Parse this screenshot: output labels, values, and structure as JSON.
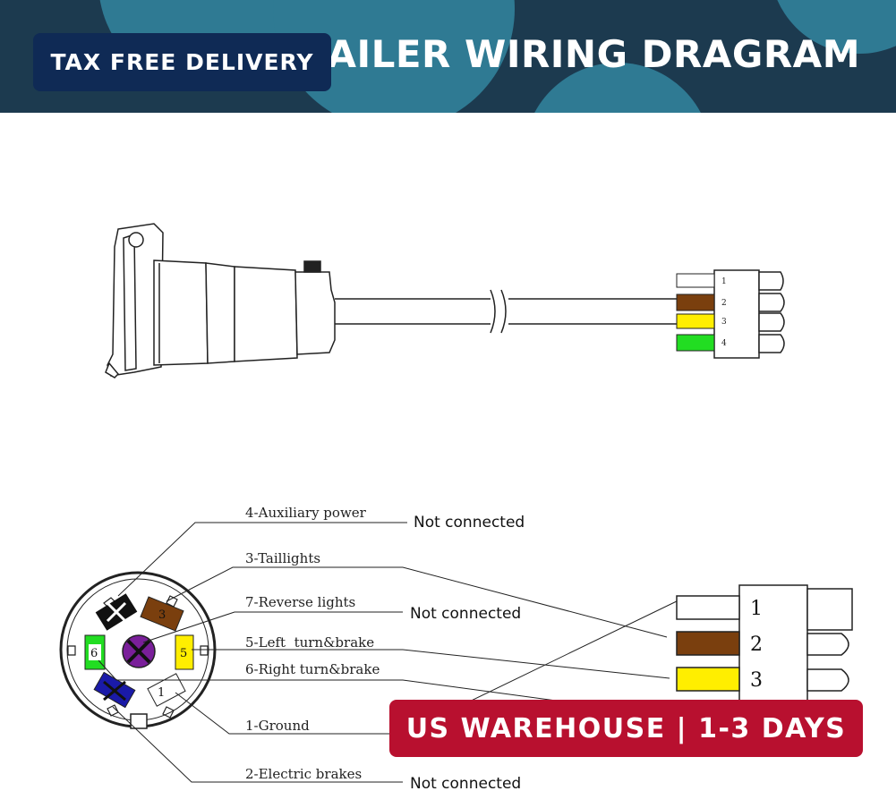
{
  "header": {
    "title": "Y TRAILER WIRING DRAGRAM",
    "bg_color": "#1c3a4f",
    "circle_color": "#2f7a93"
  },
  "badges": {
    "tax_free": "TAX FREE DELIVERY",
    "warehouse": "US WAREHOUSE | 1-3 DAYS"
  },
  "plug_pins": [
    "1",
    "2",
    "3",
    "4"
  ],
  "pin_labels": [
    {
      "text": "4-Auxiliary power",
      "status": "Not connected"
    },
    {
      "text": "3-Taillights",
      "status": ""
    },
    {
      "text": "7-Reverse lights",
      "status": "Not connected"
    },
    {
      "text": "5-Left  turn&brake",
      "status": ""
    },
    {
      "text": "6-Right turn&brake",
      "status": ""
    },
    {
      "text": "1-Ground",
      "status": ""
    },
    {
      "text": "2-Electric brakes",
      "status": "Not connected"
    }
  ],
  "connector_pins": [
    "1",
    "2",
    "3"
  ],
  "socket_face_numbers": [
    "3",
    "6",
    "5",
    "1"
  ],
  "colors": {
    "white": "#ffffff",
    "brown": "#7a3f0e",
    "yellow": "#ffee00",
    "green": "#22dd22",
    "purple": "#7a1f9a",
    "blue": "#1a1aa8",
    "black": "#111111",
    "tax_badge": "#0f2a55",
    "warehouse_badge": "#b8102f"
  }
}
